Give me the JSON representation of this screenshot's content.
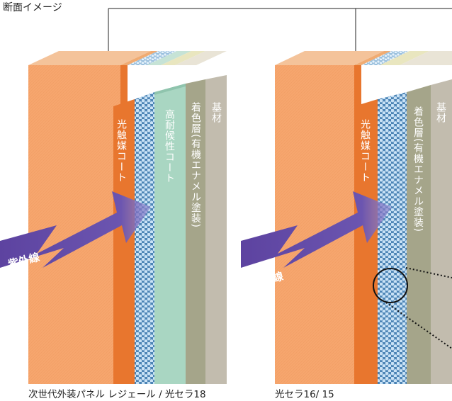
{
  "title": "断面イメージ",
  "left_panel": {
    "caption": "次世代外装パネル レジェール / 光セラ18",
    "uv_label": "紫外線",
    "layers": [
      {
        "label": "光触媒コート",
        "color": "#e8762e"
      },
      {
        "label": "",
        "color": "#a9c6df"
      },
      {
        "label": "高耐候性コート",
        "color": "#a9d6c2"
      },
      {
        "label": "着色層(有機エナメル塗装)",
        "color": "#a5a58a"
      },
      {
        "label": "基材",
        "color": "#c2bcae"
      }
    ]
  },
  "right_panel": {
    "caption": "光セラ16/ 15",
    "uv_label": "紫外線",
    "layers": [
      {
        "label": "光触媒コート",
        "color": "#e8762e"
      },
      {
        "label": "",
        "color": "#a9c6df"
      },
      {
        "label": "着色層(有機エナメル塗装)",
        "color": "#a5a58a"
      },
      {
        "label": "基材",
        "color": "#c2bcae"
      }
    ]
  },
  "colors": {
    "front_face": "#f6a66e",
    "top_face": "#f3c9a0",
    "uv_arrow": "#6a4fa3"
  }
}
